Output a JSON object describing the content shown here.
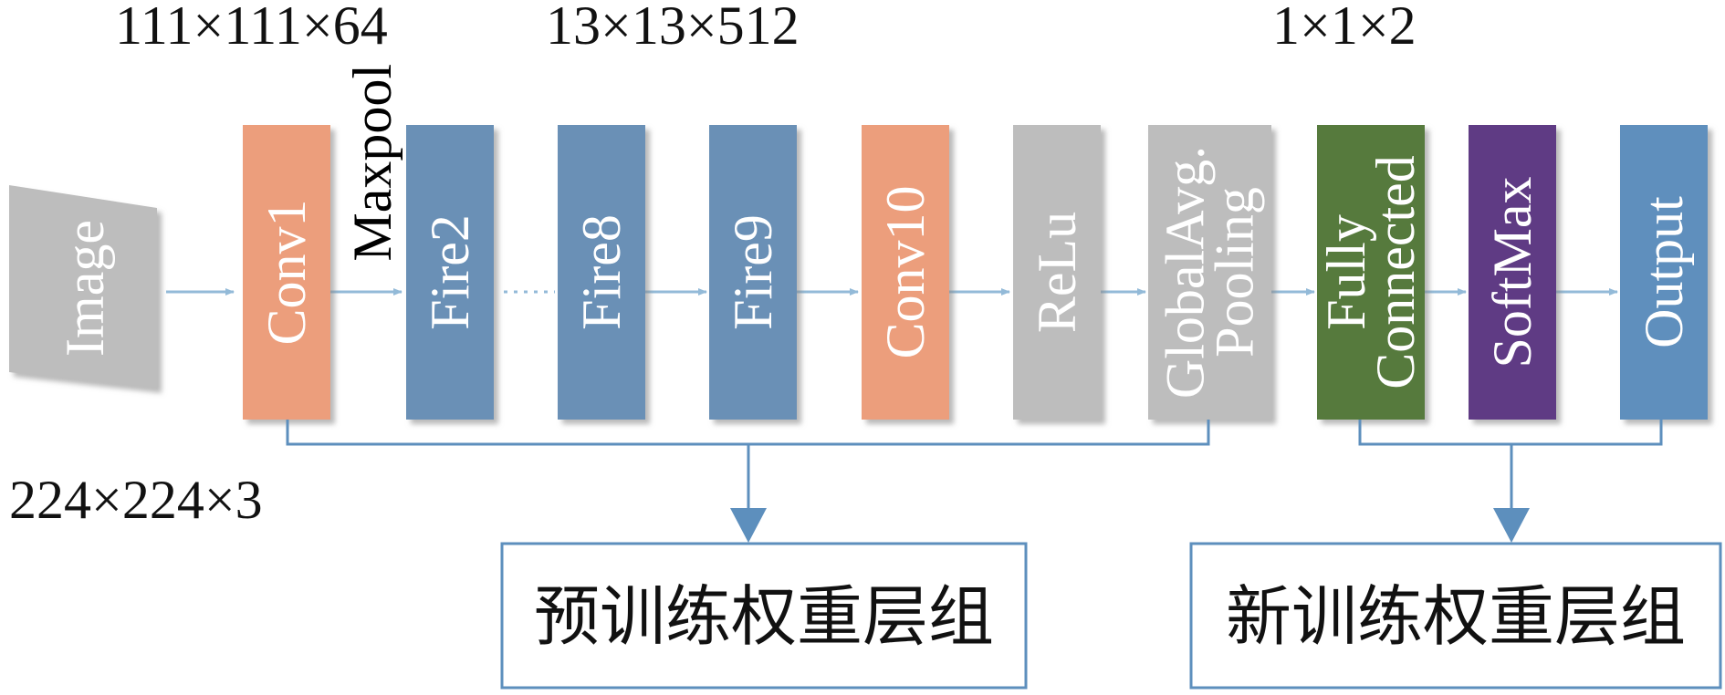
{
  "dimensions": {
    "top_left": "111×111×64",
    "top_middle": "13×13×512",
    "top_right": "1×1×2",
    "input": "224×224×3"
  },
  "input_block": {
    "label": "Image",
    "color": "#bdbdbd"
  },
  "maxpool_label": "Maxpool",
  "blocks": [
    {
      "label": "Conv1",
      "color": "#ec9e7c"
    },
    {
      "label": "Fire2",
      "color": "#6b90b6"
    },
    {
      "label": "Fire8",
      "color": "#6b90b6"
    },
    {
      "label": "Fire9",
      "color": "#6b90b6"
    },
    {
      "label": "Conv10",
      "color": "#ec9e7c"
    },
    {
      "label": "ReLu",
      "color": "#bdbdbd"
    },
    {
      "label": [
        "GlobalAvg.",
        "Pooling"
      ],
      "color": "#bdbdbd"
    },
    {
      "label": [
        "Fully",
        "Connected"
      ],
      "color": "#567a3d"
    },
    {
      "label": "SoftMax",
      "color": "#5f3b84"
    },
    {
      "label": "Output",
      "color": "#5f8fbd"
    }
  ],
  "groups": {
    "pretrained": "预训练权重层组",
    "new": "新训练权重层组"
  },
  "colors": {
    "arrow": "#93bad8",
    "connector": "#5d8fbd",
    "group_border": "#5d8fbd"
  }
}
